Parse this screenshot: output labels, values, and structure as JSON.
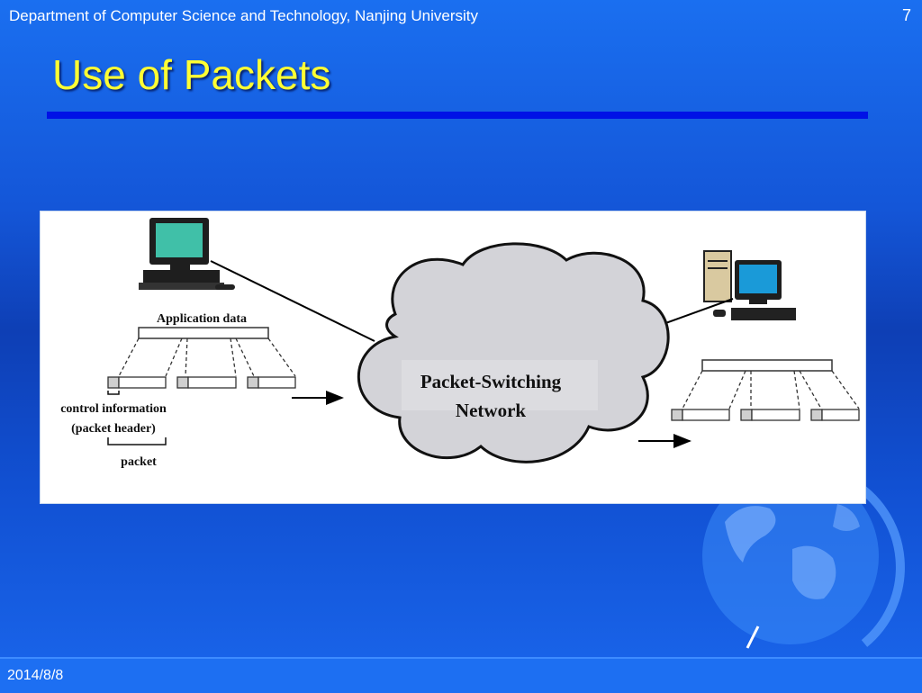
{
  "header": {
    "department": "Department of Computer Science and Technology, Nanjing University",
    "page_number": "7"
  },
  "slide": {
    "title": "Use of Packets"
  },
  "diagram": {
    "application_data_label": "Application data",
    "control_info_label": "control information",
    "packet_header_label": "(packet header)",
    "packet_label": "packet",
    "network_label_line1": "Packet-Switching",
    "network_label_line2": "Network"
  },
  "colors": {
    "background": "#1456d8",
    "title": "#ffff33",
    "rule": "#0012e6",
    "monitor_screen": "#40c0a8",
    "cloud_fill": "#d3d3d8",
    "packet_header_fill": "#cfcfcf"
  },
  "icons": {
    "sender": "desktop-computer-icon",
    "receiver": "tower-computer-icon",
    "decoration": "globe-icon"
  },
  "footer": {
    "date": "2014/8/8"
  }
}
